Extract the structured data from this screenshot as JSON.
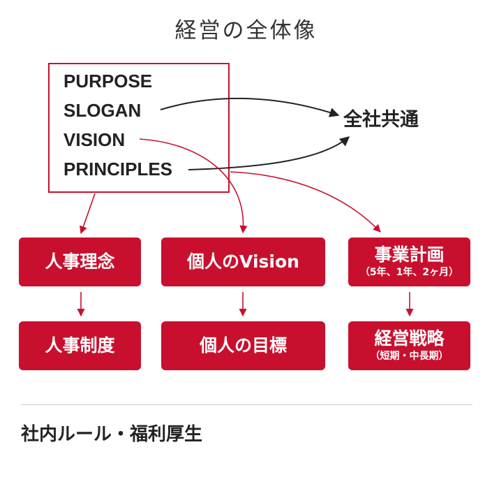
{
  "title": "経営の全体像",
  "principles": [
    "PURPOSE",
    "SLOGAN",
    "VISION",
    "PRINCIPLES"
  ],
  "common_label": "全社共通",
  "columns": [
    {
      "top": {
        "main": "人事理念",
        "sub": ""
      },
      "bottom": {
        "main": "人事制度",
        "sub": ""
      }
    },
    {
      "top": {
        "main": "個人のVision",
        "sub": ""
      },
      "bottom": {
        "main": "個人の目標",
        "sub": ""
      }
    },
    {
      "top": {
        "main": "事業計画",
        "sub": "（5年、1年、2ヶ月）"
      },
      "bottom": {
        "main": "経営戦略",
        "sub": "（短期・中長期）"
      }
    }
  ],
  "footer": "社内ルール・福利厚生",
  "colors": {
    "accent": "#c8102e",
    "text": "#222222",
    "arrow_dark": "#222222"
  }
}
